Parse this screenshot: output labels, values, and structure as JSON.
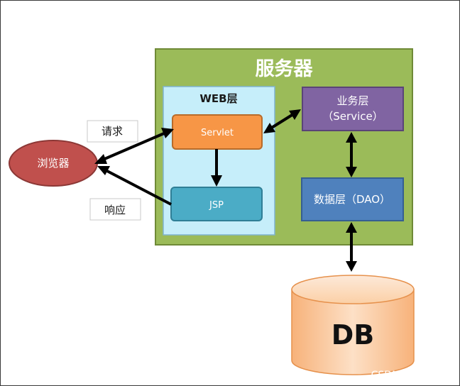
{
  "diagram": {
    "server_title": "服务器",
    "web_layer_title": "WEB层",
    "servlet_label": "Servlet",
    "jsp_label": "JSP",
    "service_line1": "业务层",
    "service_line2": "（Service）",
    "dao_label": "数据层（DAO）",
    "browser_label": "浏览器",
    "request_label": "请求",
    "response_label": "响应",
    "db_label": "DB"
  },
  "watermark": "CSDN @神仙别闹",
  "colors": {
    "server_fill": "#9bbb59",
    "server_border": "#77933c",
    "web_fill": "#c6eefa",
    "servlet_fill": "#f79646",
    "jsp_fill": "#4bacc6",
    "service_fill": "#8064a2",
    "dao_fill": "#4f81bd",
    "browser_fill": "#c0504d",
    "db_fill": "#fbd5b5",
    "arrow": "#000000"
  }
}
